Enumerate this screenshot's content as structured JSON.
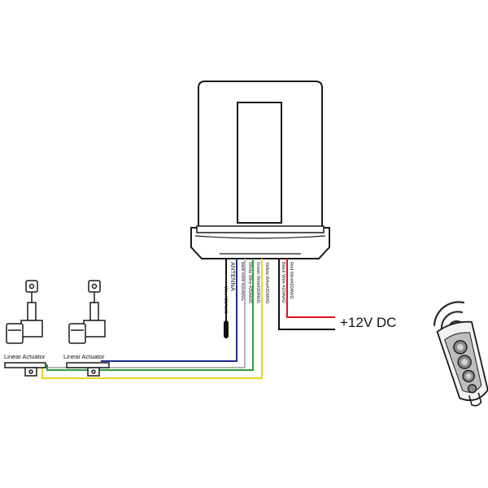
{
  "labels": {
    "antenna_title": "ANTENNA",
    "antenna_spec": "Wire#20AWG",
    "blue_wire": "Blue Wire #20AWG",
    "white_wire": "White Wire #20AWG",
    "green_wire": "Green Wire#20AWG",
    "yellow_wire": "Yellow Wire#20AWG",
    "black_wire": "Black Wire #20AWG",
    "red_wire": "Red Wire#20AWG",
    "power": "+12V DC",
    "actuator_left": "Linear Actuator",
    "actuator_right": "Linear Actuator"
  },
  "colors": {
    "outline": "#1a1a1a",
    "blue": "#1f2f8c",
    "white": "#b4b4b4",
    "green": "#2e9e3c",
    "yellow": "#e5d81e",
    "black": "#111111",
    "red": "#d8141c",
    "remote": "#9a9a9a"
  },
  "icons": {
    "remote": "remote-control-icon",
    "signal": "wireless-signal-icon"
  }
}
